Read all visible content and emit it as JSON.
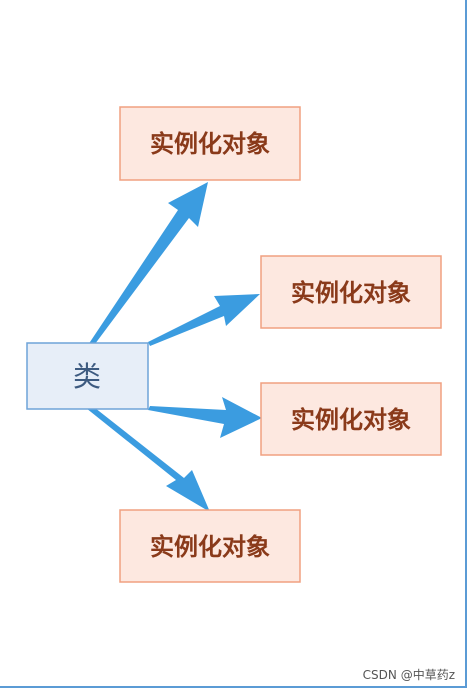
{
  "diagram": {
    "class_label": "类",
    "instances": [
      "实例化对象",
      "实例化对象",
      "实例化对象",
      "实例化对象"
    ]
  },
  "watermark": "CSDN @中草药z",
  "colors": {
    "class_fill": "#e7eef8",
    "class_stroke": "#6fa3d8",
    "class_text": "#3d5a80",
    "instance_fill": "#fde8e0",
    "instance_stroke": "#f0a080",
    "instance_text": "#8a3a1a",
    "arrow": "#3b9ce0",
    "frame": "#5b9bd5"
  }
}
